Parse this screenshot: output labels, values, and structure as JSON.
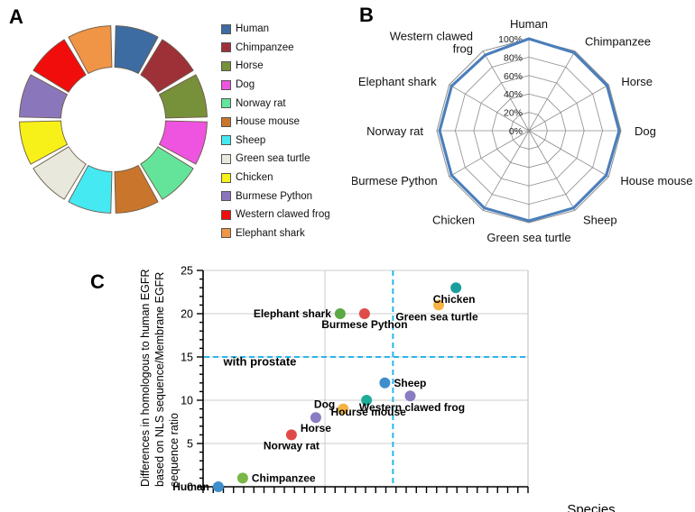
{
  "figure": {
    "panels": [
      {
        "id": "A",
        "letter": "A"
      },
      {
        "id": "B",
        "letter": "B"
      },
      {
        "id": "C",
        "letter": "C"
      }
    ]
  },
  "species": [
    {
      "name": "Human",
      "color": "#3d6ca3"
    },
    {
      "name": "Chimpanzee",
      "color": "#9e3138"
    },
    {
      "name": "Horse",
      "color": "#77903a"
    },
    {
      "name": "Dog",
      "color": "#ee54e0"
    },
    {
      "name": "Norway rat",
      "color": "#63e49a"
    },
    {
      "name": "House mouse",
      "color": "#c9762c"
    },
    {
      "name": "Sheep",
      "color": "#45e9f2"
    },
    {
      "name": "Green sea turtle",
      "color": "#e8e9dc"
    },
    {
      "name": "Chicken",
      "color": "#f7f119"
    },
    {
      "name": "Burmese Python",
      "color": "#8a77bb"
    },
    {
      "name": "Western clawed frog",
      "color": "#f20d0d"
    },
    {
      "name": "Elephant shark",
      "color": "#ef9545"
    }
  ],
  "panelA": {
    "letter": "A",
    "legend_items": [
      {
        "label": "Human",
        "color": "#3d6ca3"
      },
      {
        "label": "Chimpanzee",
        "color": "#9e3138"
      },
      {
        "label": "Horse",
        "color": "#77903a"
      },
      {
        "label": "Dog",
        "color": "#ee54e0"
      },
      {
        "label": "Norway rat",
        "color": "#63e49a"
      },
      {
        "label": "House mouse",
        "color": "#c9762c"
      },
      {
        "label": "Sheep",
        "color": "#45e9f2"
      },
      {
        "label": "Green sea turtle",
        "color": "#e8e9dc"
      },
      {
        "label": "Chicken",
        "color": "#f7f119"
      },
      {
        "label": "Burmese Python",
        "color": "#8a77bb"
      },
      {
        "label": "Western clawed frog",
        "color": "#f20d0d"
      },
      {
        "label": "Elephant shark",
        "color": "#ef9545"
      }
    ]
  },
  "panelB": {
    "letter": "B"
  },
  "panelC": {
    "letter": "C"
  },
  "chart_data": [
    {
      "id": "panelA-donut",
      "type": "pie",
      "title": "",
      "categories": [
        "Human",
        "Chimpanzee",
        "Horse",
        "Dog",
        "Norway rat",
        "House mouse",
        "Sheep",
        "Green sea turtle",
        "Chicken",
        "Burmese Python",
        "Western clawed frog",
        "Elephant shark"
      ],
      "values": [
        8.333,
        8.333,
        8.333,
        8.333,
        8.333,
        8.333,
        8.333,
        8.333,
        8.333,
        8.333,
        8.333,
        8.333
      ],
      "colors": [
        "#3d6ca3",
        "#9e3138",
        "#77903a",
        "#ee54e0",
        "#63e49a",
        "#c9762c",
        "#45e9f2",
        "#e8e9dc",
        "#f7f119",
        "#8a77bb",
        "#f20d0d",
        "#ef9545"
      ],
      "legend_position": "right",
      "note": "Equal twelfth donut segments, one per species"
    },
    {
      "id": "panelB-radar",
      "type": "line",
      "subtype": "radar",
      "title": "",
      "categories": [
        "Human",
        "Chimpanzee",
        "Horse",
        "Dog",
        "House mouse",
        "Sheep",
        "Green sea turtle",
        "Chicken",
        "Burmese Python",
        "Norway rat",
        "Elephant shark",
        "Western clawed frog"
      ],
      "values": [
        100,
        98,
        98,
        98,
        97,
        97,
        98,
        97,
        97,
        97,
        97,
        95
      ],
      "tick_labels": [
        "0%",
        "20%",
        "40%",
        "60%",
        "80%",
        "100%"
      ],
      "ticks": [
        0,
        20,
        40,
        60,
        80,
        100
      ],
      "rlim": [
        0,
        100
      ],
      "grid": true,
      "series_color": "#4a7ebb",
      "legend_position": "none"
    },
    {
      "id": "panelC-scatter",
      "type": "scatter",
      "title": "",
      "xlabel": "Species",
      "ylabel": "Differences in homologous to human EGFR based on NLS sequence/Membrane EGFR sequence ratio",
      "ylabel_lines": [
        "Differences in homologous to human EGFR",
        "based on NLS sequence/Membrane EGFR",
        "sequence ratio"
      ],
      "ylim": [
        0,
        25
      ],
      "ytick_labels": [
        "0",
        "5",
        "10",
        "15",
        "20",
        "25"
      ],
      "yticks": [
        0,
        5,
        10,
        15,
        20,
        25
      ],
      "xlim": [
        0,
        16
      ],
      "xtick_labels": [],
      "grid": true,
      "annotations": [
        {
          "text": "with prostate",
          "x": 1.0,
          "y": 14.0
        }
      ],
      "reference_lines": [
        {
          "orientation": "horizontal",
          "value": 15,
          "style": "dashed",
          "color": "#29b6e8"
        },
        {
          "orientation": "vertical",
          "value": 9.35,
          "style": "dashed",
          "color": "#29b6e8"
        }
      ],
      "points": [
        {
          "label": "Human",
          "x": 0.75,
          "y": 0,
          "color": "#3d8fcb",
          "label_pos": "left"
        },
        {
          "label": "Chimpanzee",
          "x": 1.95,
          "y": 1,
          "color": "#7ab648",
          "label_pos": "right"
        },
        {
          "label": "Norway rat",
          "x": 4.35,
          "y": 6,
          "color": "#e04b49",
          "label_pos": "below"
        },
        {
          "label": "Horse",
          "x": 5.55,
          "y": 8,
          "color": "#8a7cc2",
          "label_pos": "below"
        },
        {
          "label": "Dog",
          "x": 6.9,
          "y": 9,
          "color": "#f4b343",
          "label_pos": "above-left"
        },
        {
          "label": "Hourse mouse",
          "x": 8.05,
          "y": 10,
          "color": "#1eab9a",
          "label_pos": "below-right"
        },
        {
          "label": "Sheep",
          "x": 8.95,
          "y": 12,
          "color": "#3d8fcb",
          "label_pos": "right"
        },
        {
          "label": "Elephant shark",
          "x": 6.75,
          "y": 20,
          "color": "#5aa944",
          "label_pos": "left"
        },
        {
          "label": "Burmese Python",
          "x": 7.95,
          "y": 20,
          "color": "#e04b49",
          "label_pos": "below"
        },
        {
          "label": "Green sea turtle",
          "x": 11.6,
          "y": 21,
          "color": "#f4b343",
          "label_pos": "below-left"
        },
        {
          "label": "Chicken",
          "x": 12.45,
          "y": 23,
          "color": "#1b9e9e",
          "label_pos": "below-left"
        },
        {
          "label": "Western clawed frog",
          "x": 10.2,
          "y": 10.5,
          "color": "#8a7cc2",
          "label_pos": "below-right"
        }
      ]
    }
  ]
}
